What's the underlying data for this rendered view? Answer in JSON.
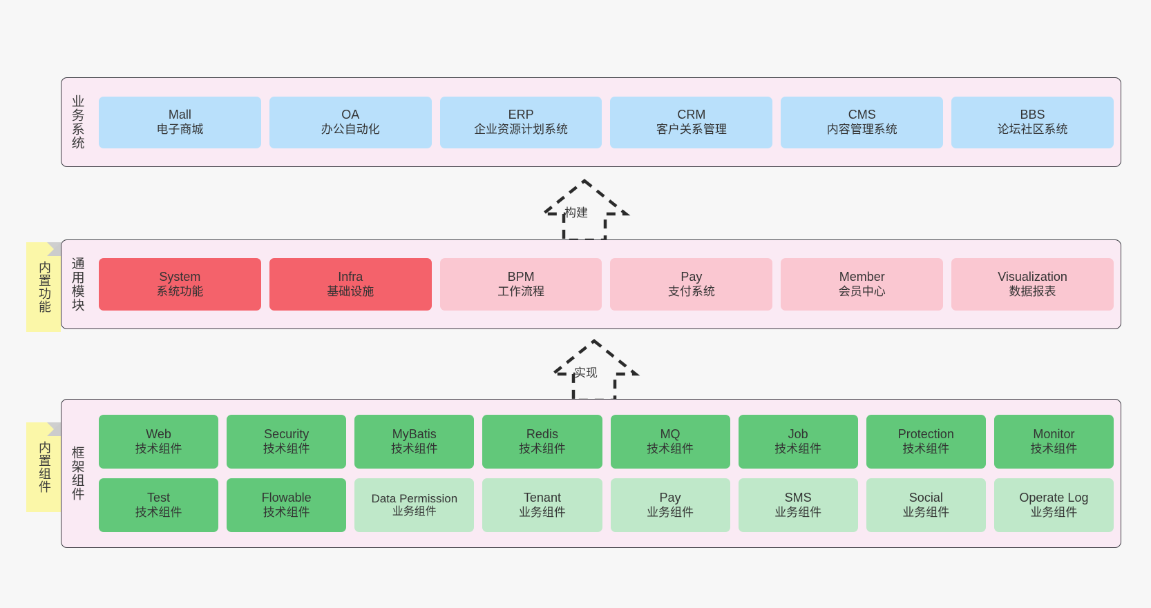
{
  "canvas": {
    "background": "#f7f7f7",
    "container_fill": "#faeaf4",
    "container_border": "#3b3b42"
  },
  "layers": [
    {
      "key": "business",
      "title": "业务系统",
      "color": "#b9e0fb",
      "nodes": [
        {
          "en": "Mall",
          "cn": "电子商城"
        },
        {
          "en": "OA",
          "cn": "办公自动化"
        },
        {
          "en": "ERP",
          "cn": "企业资源计划系统"
        },
        {
          "en": "CRM",
          "cn": "客户关系管理"
        },
        {
          "en": "CMS",
          "cn": "内容管理系统"
        },
        {
          "en": "BBS",
          "cn": "论坛社区系统"
        }
      ]
    },
    {
      "key": "modules",
      "title": "通用模块",
      "colors": {
        "strong": "#f4626b",
        "light": "#fac7d1"
      },
      "nodes": [
        {
          "en": "System",
          "cn": "系统功能",
          "tone": "strong"
        },
        {
          "en": "Infra",
          "cn": "基础设施",
          "tone": "strong"
        },
        {
          "en": "BPM",
          "cn": "工作流程",
          "tone": "light"
        },
        {
          "en": "Pay",
          "cn": "支付系统",
          "tone": "light"
        },
        {
          "en": "Member",
          "cn": "会员中心",
          "tone": "light"
        },
        {
          "en": "Visualization",
          "cn": "数据报表",
          "tone": "light"
        }
      ]
    },
    {
      "key": "framework",
      "title": "框架组件",
      "colors": {
        "tech": "#62c87a",
        "biz": "#bfe8c9"
      },
      "rows": [
        [
          {
            "en": "Web",
            "cn": "技术组件",
            "tone": "tech"
          },
          {
            "en": "Security",
            "cn": "技术组件",
            "tone": "tech"
          },
          {
            "en": "MyBatis",
            "cn": "技术组件",
            "tone": "tech"
          },
          {
            "en": "Redis",
            "cn": "技术组件",
            "tone": "tech"
          },
          {
            "en": "MQ",
            "cn": "技术组件",
            "tone": "tech"
          },
          {
            "en": "Job",
            "cn": "技术组件",
            "tone": "tech"
          },
          {
            "en": "Protection",
            "cn": "技术组件",
            "tone": "tech"
          },
          {
            "en": "Monitor",
            "cn": "技术组件",
            "tone": "tech"
          }
        ],
        [
          {
            "en": "Test",
            "cn": "技术组件",
            "tone": "tech"
          },
          {
            "en": "Flowable",
            "cn": "技术组件",
            "tone": "tech"
          },
          {
            "en": "Data Permission",
            "cn": "业务组件",
            "tone": "biz"
          },
          {
            "en": "Tenant",
            "cn": "业务组件",
            "tone": "biz"
          },
          {
            "en": "Pay",
            "cn": "业务组件",
            "tone": "biz"
          },
          {
            "en": "SMS",
            "cn": "业务组件",
            "tone": "biz"
          },
          {
            "en": "Social",
            "cn": "业务组件",
            "tone": "biz"
          },
          {
            "en": "Operate Log",
            "cn": "业务组件",
            "tone": "biz"
          }
        ]
      ]
    }
  ],
  "notes": [
    {
      "key": "builtin-function",
      "text": "内置功能",
      "color": "#fbf7a8"
    },
    {
      "key": "builtin-component",
      "text": "内置组件",
      "color": "#fbf7a8"
    }
  ],
  "arrows": [
    {
      "key": "build",
      "label": "构建",
      "style": "dashed-generalization"
    },
    {
      "key": "implement",
      "label": "实现",
      "style": "dashed-generalization"
    }
  ]
}
